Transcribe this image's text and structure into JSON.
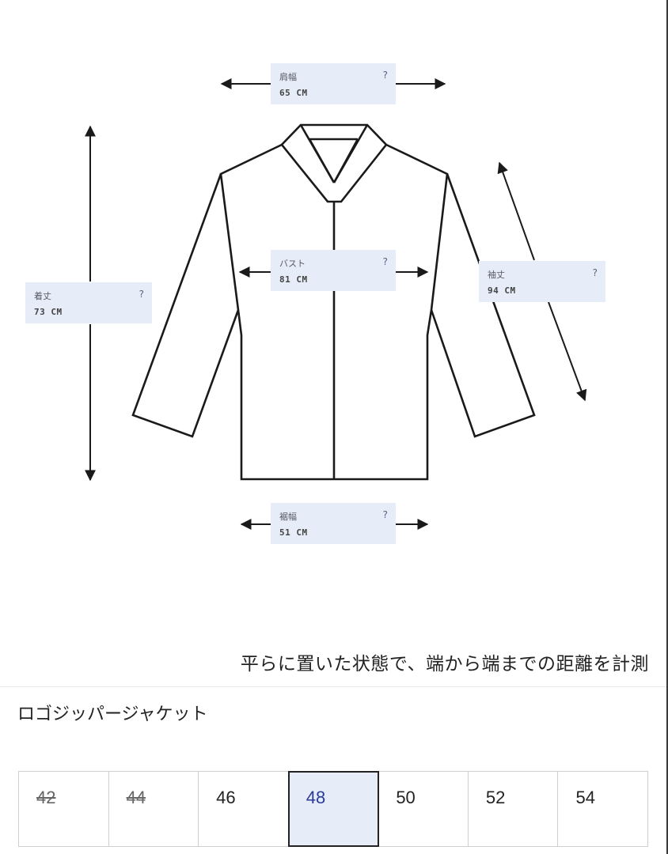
{
  "diagram": {
    "measurements": [
      {
        "id": "shoulder",
        "name": "肩幅",
        "value": "65 CM",
        "help": "?"
      },
      {
        "id": "length",
        "name": "着丈",
        "value": "73 CM",
        "help": "?"
      },
      {
        "id": "bust",
        "name": "バスト",
        "value": "81 CM",
        "help": "?"
      },
      {
        "id": "sleeve",
        "name": "袖丈",
        "value": "94 CM",
        "help": "?"
      },
      {
        "id": "hem",
        "name": "裾幅",
        "value": "51 CM",
        "help": "?"
      }
    ],
    "line_color": "#1a1a1a",
    "label_bg": "#e6ecf8"
  },
  "note": "平らに置いた状態で、端から端までの距離を計測",
  "product": {
    "name": "ロゴジッパージャケット"
  },
  "sizes": {
    "selected": "48",
    "selected_color": "#2a3c9a",
    "options": [
      {
        "label": "42",
        "available": false
      },
      {
        "label": "44",
        "available": false
      },
      {
        "label": "46",
        "available": true
      },
      {
        "label": "48",
        "available": true
      },
      {
        "label": "50",
        "available": true
      },
      {
        "label": "52",
        "available": true
      },
      {
        "label": "54",
        "available": true
      }
    ]
  }
}
